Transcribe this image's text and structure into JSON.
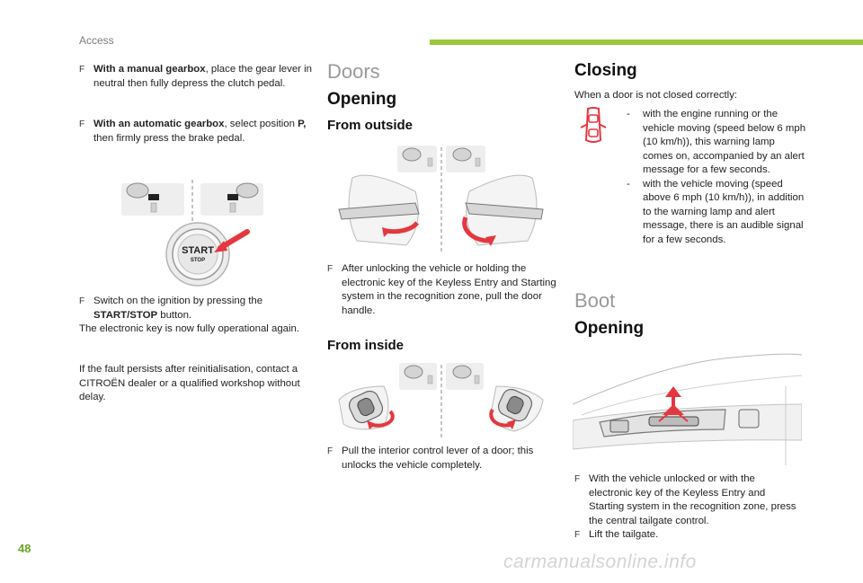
{
  "header": {
    "section": "Access",
    "page_number": "48",
    "accent_color": "#9bc73d"
  },
  "watermark": "carmanualsonline.info",
  "left_column": {
    "manual_gearbox": {
      "bold": "With a manual gearbox",
      "text": ", place the gear lever in neutral then fully depress the clutch pedal."
    },
    "automatic_gearbox": {
      "bold": "With an automatic gearbox",
      "text_a": ", select position ",
      "position": "P,",
      "text_b": " then firmly press the brake pedal."
    },
    "button_label_top": "START",
    "button_label_bottom": "STOP",
    "switch_on": {
      "text_a": "Switch on the ignition by pressing the ",
      "bold": "START/STOP",
      "text_b": " button."
    },
    "key_operational": "The electronic key is now fully operational again.",
    "fault_persists": "If the fault persists after reinitialisation, contact a CITROËN dealer or a qualified workshop without delay."
  },
  "doors": {
    "title": "Doors",
    "opening_title": "Opening",
    "from_outside_title": "From outside",
    "from_outside_text": "After unlocking the vehicle or holding the electronic key of the Keyless Entry and Starting system in the recognition zone, pull the door handle.",
    "from_inside_title": "From inside",
    "from_inside_text": "Pull the interior control lever of a door; this unlocks the vehicle completely."
  },
  "closing": {
    "title": "Closing",
    "intro": "When a door is not closed correctly:",
    "items": [
      "with the engine running or the vehicle moving (speed below 6 mph (10 km/h)), this warning lamp comes on, accompanied by an alert message for a few seconds.",
      "with the vehicle moving (speed above 6 mph (10 km/h)), in addition to the warning lamp and alert message, there is an audible signal for a few seconds."
    ],
    "dash": "-"
  },
  "boot": {
    "title": "Boot",
    "opening_title": "Opening",
    "instructions": [
      "With the vehicle unlocked or with the electronic key of the Keyless Entry and Starting system in the recognition zone, press the central tailgate control.",
      "Lift the tailgate."
    ]
  },
  "bullet_glyph": "F",
  "colors": {
    "arrow_red": "#e5373f",
    "icon_gray": "#9a9a9a"
  }
}
